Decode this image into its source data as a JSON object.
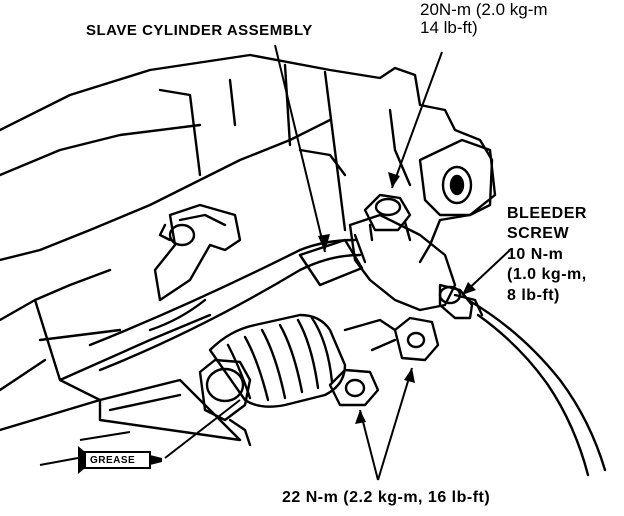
{
  "labels": {
    "slave_cylinder": "SLAVE CYLINDER ASSEMBLY",
    "torque_top_line1": "20N-m (2.0 kg-m",
    "torque_top_line2": "14 lb-ft)",
    "bleeder_line1": "BLEEDER",
    "bleeder_line2": "SCREW",
    "bleeder_line3": "10 N-m",
    "bleeder_line4": "(1.0 kg-m,",
    "bleeder_line5": "8 lb-ft)",
    "torque_bottom": "22 N-m (2.2 kg-m, 16 lb-ft)",
    "grease": "GREASE"
  },
  "icons": {
    "grease_tube": "grease-tube-icon"
  },
  "colors": {
    "ink": "#000000",
    "paper": "#ffffff"
  }
}
